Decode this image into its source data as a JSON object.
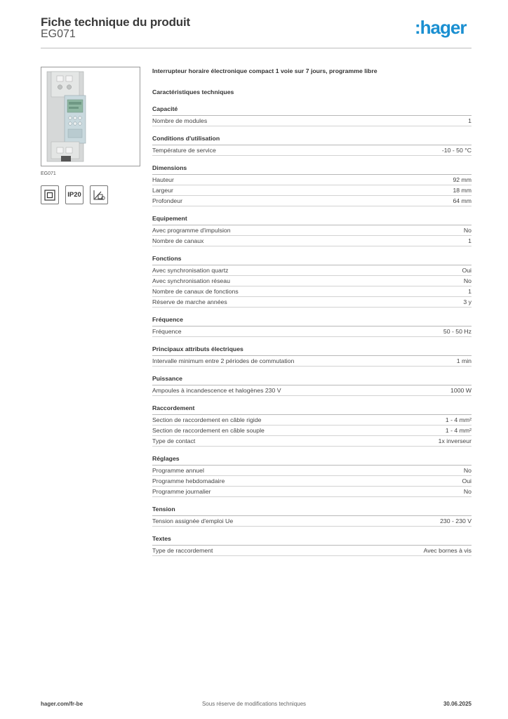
{
  "header": {
    "title": "Fiche technique du produit",
    "code": "EG071",
    "logo_text": ":hager"
  },
  "product": {
    "caption": "EG071",
    "icons": [
      "double-insulation-icon",
      "ip20-icon",
      "din-rail-mounting-icon"
    ],
    "ip_label": "IP20"
  },
  "content": {
    "main_title": "Interrupteur horaire électronique compact 1 voie sur 7 jours, programme libre",
    "spec_title": "Caractéristiques techniques",
    "sections": [
      {
        "title": "Capacité",
        "rows": [
          {
            "label": "Nombre de modules",
            "value": "1"
          }
        ]
      },
      {
        "title": "Conditions d'utilisation",
        "rows": [
          {
            "label": "Température de service",
            "value": "-10 - 50 °C"
          }
        ]
      },
      {
        "title": "Dimensions",
        "rows": [
          {
            "label": "Hauteur",
            "value": "92 mm"
          },
          {
            "label": "Largeur",
            "value": "18 mm"
          },
          {
            "label": "Profondeur",
            "value": "64 mm"
          }
        ]
      },
      {
        "title": "Equipement",
        "rows": [
          {
            "label": "Avec programme d'impulsion",
            "value": "No"
          },
          {
            "label": "Nombre de canaux",
            "value": "1"
          }
        ]
      },
      {
        "title": "Fonctions",
        "rows": [
          {
            "label": "Avec synchronisation quartz",
            "value": "Oui"
          },
          {
            "label": "Avec synchronisation réseau",
            "value": "No"
          },
          {
            "label": "Nombre de canaux de fonctions",
            "value": "1"
          },
          {
            "label": "Réserve de marche années",
            "value": "3 y"
          }
        ]
      },
      {
        "title": "Fréquence",
        "rows": [
          {
            "label": "Fréquence",
            "value": "50 - 50 Hz"
          }
        ]
      },
      {
        "title": "Principaux attributs électriques",
        "rows": [
          {
            "label": "Intervalle minimum  entre 2 périodes de commutation",
            "value": "1 min"
          }
        ]
      },
      {
        "title": "Puissance",
        "rows": [
          {
            "label": "Ampoules à incandescence et halogènes 230 V",
            "value": "1000 W"
          }
        ]
      },
      {
        "title": "Raccordement",
        "rows": [
          {
            "label": "Section de raccordement en câble rigide",
            "value": "1 - 4 mm²"
          },
          {
            "label": "Section de raccordement en câble souple",
            "value": "1 - 4 mm²"
          },
          {
            "label": "Type de contact",
            "value": "1x inverseur"
          }
        ]
      },
      {
        "title": "Réglages",
        "rows": [
          {
            "label": "Programme annuel",
            "value": "No"
          },
          {
            "label": "Programme hebdomadaire",
            "value": "Oui"
          },
          {
            "label": "Programme journalier",
            "value": "No"
          }
        ]
      },
      {
        "title": "Tension",
        "rows": [
          {
            "label": "Tension assignée d'emploi Ue",
            "value": "230 - 230 V"
          }
        ]
      },
      {
        "title": "Textes",
        "rows": [
          {
            "label": "Type de raccordement",
            "value": "Avec bornes à vis"
          }
        ]
      }
    ]
  },
  "footer": {
    "left": "hager.com/fr-be",
    "center": "Sous réserve de modifications techniques",
    "right": "30.06.2025"
  },
  "colors": {
    "logo": "#1a8fd1",
    "text": "#333333",
    "rule": "#bdbdbd"
  }
}
